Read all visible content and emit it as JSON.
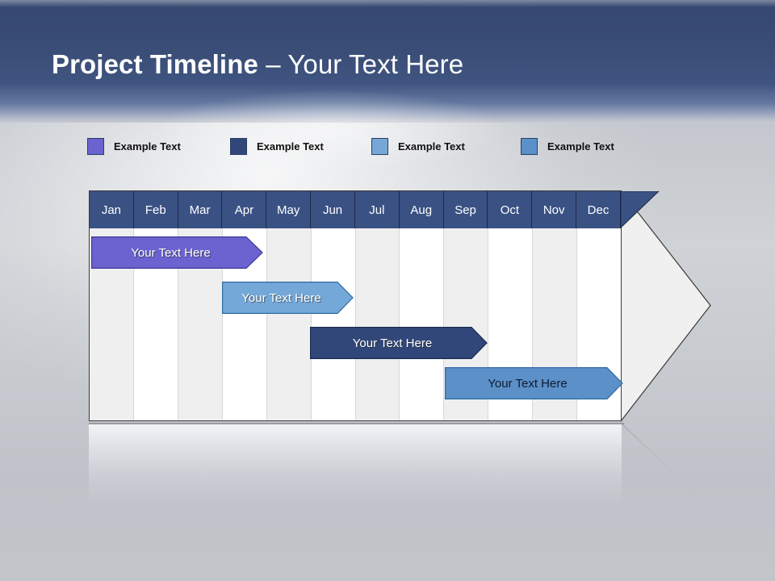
{
  "slide": {
    "title_strong": "Project Timeline",
    "title_light": " – Your Text Here",
    "band_color": "#3a4d76",
    "background_color": "#c9ccd1"
  },
  "legend": {
    "items": [
      {
        "label": "Example Text",
        "color": "#6A63D0",
        "x": 0
      },
      {
        "label": "Example Text",
        "color": "#31477A",
        "x": 177
      },
      {
        "label": "Example Text",
        "color": "#75A8D6",
        "x": 352
      },
      {
        "label": "Example Text",
        "color": "#5B90C8",
        "x": 537
      }
    ]
  },
  "chart_data": {
    "type": "bar",
    "title": "Project Timeline – Your Text Here",
    "xlabel": "",
    "ylabel": "",
    "categories": [
      "Jan",
      "Feb",
      "Mar",
      "Apr",
      "May",
      "Jun",
      "Jul",
      "Aug",
      "Sep",
      "Oct",
      "Nov",
      "Dec"
    ],
    "grid": true,
    "legend_position": "top",
    "series": [
      {
        "name": "Example Text",
        "label": "Your  Text Here",
        "start_month": 1,
        "end_month": 4.1,
        "color": "#6A63D0",
        "border": "#3F3A99",
        "text_color": "light",
        "row": 0
      },
      {
        "name": "Example Text",
        "label": "Your  Text Here",
        "start_month": 4,
        "end_month": 6.9,
        "color": "#74A8D8",
        "border": "#2E6CA4",
        "text_color": "light",
        "row": 1
      },
      {
        "name": "Example Text",
        "label": "Your  Text Here",
        "start_month": 6,
        "end_month": 9.9,
        "color": "#31477A",
        "border": "#1C2B50",
        "text_color": "light",
        "row": 2
      },
      {
        "name": "Example Text",
        "label": "Your  Text Here",
        "start_month": 9,
        "end_month": 12.9,
        "color": "#5B90C8",
        "border": "#2E6CA4",
        "text_color": "dark",
        "row": 3
      }
    ]
  },
  "table": {
    "header_bg": "#3a5184",
    "header_text_color": "#ffffff",
    "stripe_color": "#efefef",
    "plain_color": "#ffffff",
    "months": [
      "Jan",
      "Feb",
      "Mar",
      "Apr",
      "May",
      "Jun",
      "Jul",
      "Aug",
      "Sep",
      "Oct",
      "Nov",
      "Dec"
    ]
  }
}
